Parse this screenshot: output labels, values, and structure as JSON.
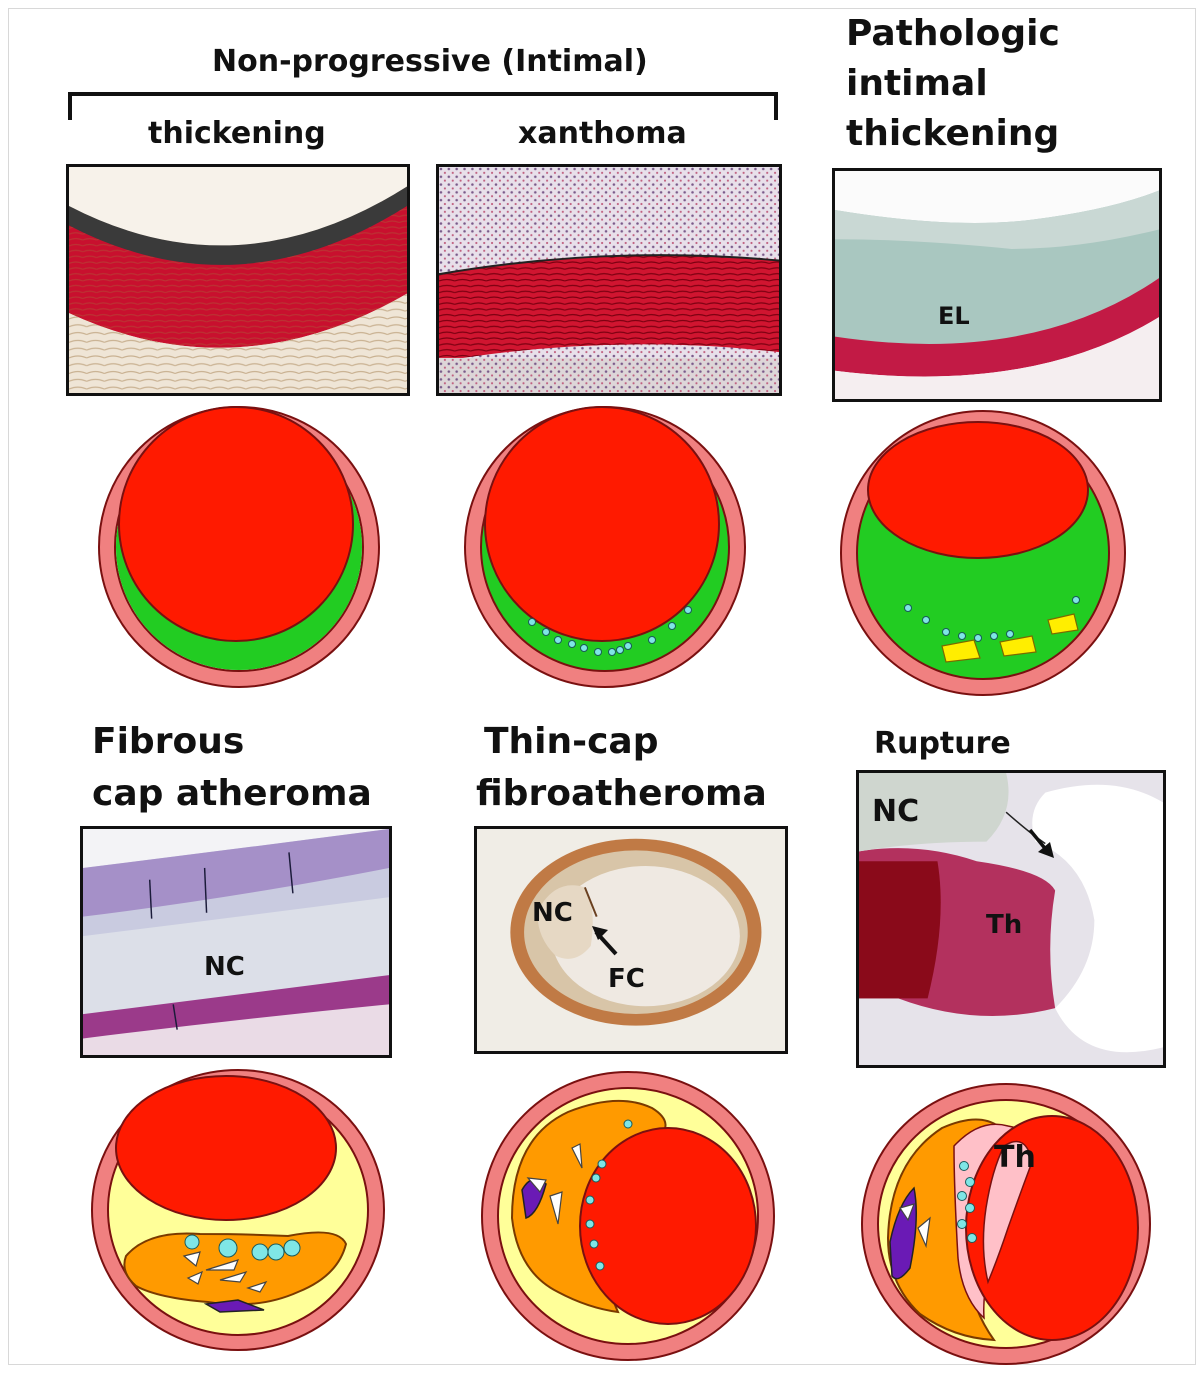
{
  "header": {
    "group_label": "Non-progressive (Intimal)",
    "col1_label": "thickening",
    "col2_label": "xanthoma",
    "col3_label_lines": [
      "Pathologic",
      "intimal",
      "thickening"
    ]
  },
  "row2": {
    "col1_label_lines": [
      "Fibrous",
      "cap atheroma"
    ],
    "col2_label_lines": [
      "Thin-cap",
      "fibroatheroma"
    ],
    "col3_label": "Rupture"
  },
  "annotations": {
    "pit_el": "EL",
    "fca_nc": "NC",
    "tcfa_nc": "NC",
    "tcfa_fc": "FC",
    "rupture_nc": "NC",
    "rupture_th": "Th",
    "rupture_diagram_th": "Th"
  },
  "colors": {
    "media": "#f08080",
    "lumen": "#ff1a00",
    "intima_green": "#22cc22",
    "intima_yellow": "#ffff99",
    "core_orange": "#ff9a00",
    "calc_purple": "#6a1ab5",
    "macrophage": "#7fe6e6",
    "lipid_yellow": "#ffee00",
    "thrombus_pink": "#ffc0c8"
  },
  "icons": {
    "bracket": "bracket-icon",
    "arrow": "arrow-icon"
  }
}
